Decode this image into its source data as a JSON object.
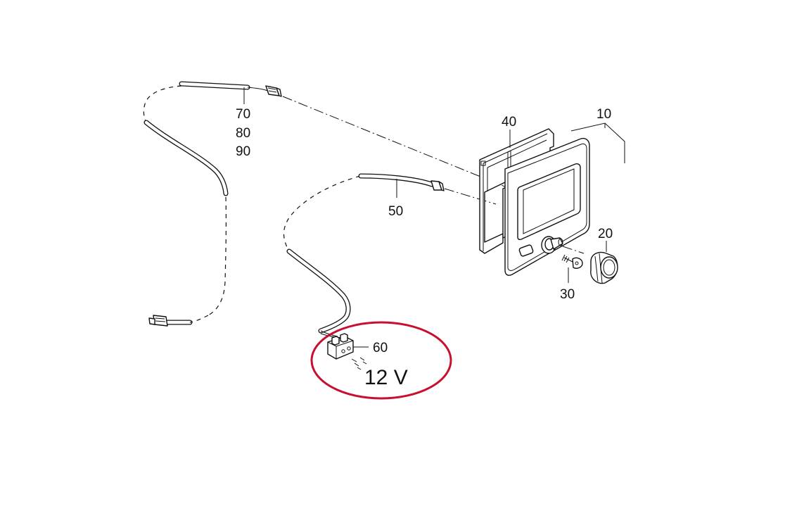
{
  "parts": {
    "p10": "10",
    "p20": "20",
    "p30": "30",
    "p40": "40",
    "p50": "50",
    "p60": "60",
    "p70": "70",
    "p80": "80",
    "p90": "90"
  },
  "callout": {
    "label": "12 V",
    "color": "#c8102e"
  }
}
